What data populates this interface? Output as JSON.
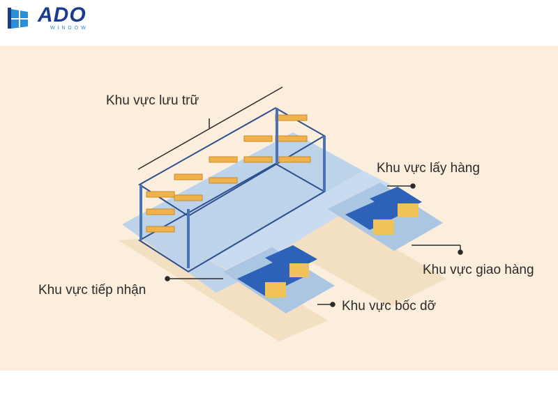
{
  "logo": {
    "brand": "ADO",
    "sub": "WINDOW"
  },
  "diagram": {
    "labels": {
      "storage": "Khu vực lưu trữ",
      "picking": "Khu vực lấy hàng",
      "shipping": "Khu vực giao hàng",
      "receiving": "Khu vực tiếp nhận",
      "loading": "Khu vực bốc dỡ"
    }
  },
  "colors": {
    "background": "#fbeedd",
    "floor": "#bcd3ea",
    "rack": "#2d4f8f",
    "box": "#f0b24a",
    "navy": "#1a3c8c"
  }
}
